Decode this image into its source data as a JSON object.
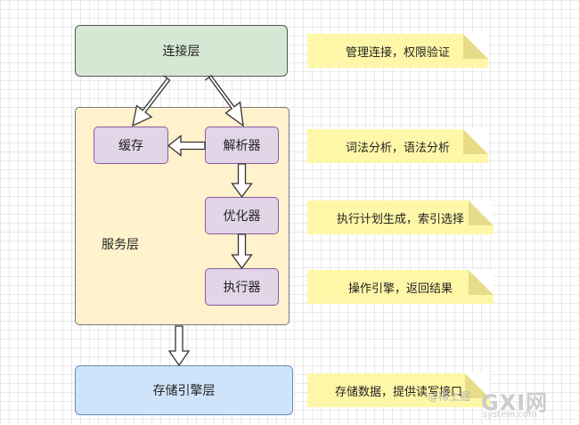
{
  "layers": {
    "connection": "连接层",
    "service": "服务层",
    "storage": "存储引擎层"
  },
  "components": {
    "cache": "缓存",
    "parser": "解析器",
    "optimizer": "优化器",
    "executor": "执行器"
  },
  "notes": [
    "管理连接，权限验证",
    "词法分析，语法分析",
    "执行计划生成，索引选择",
    "操作引擎，返回结果",
    "存储数据，提供读写接口"
  ],
  "watermark": "@稀土掘",
  "logo": {
    "main": "GXI网",
    "sub": "system.com"
  },
  "colors": {
    "connection": "#d5e8d4",
    "service": "#fff2cc",
    "component": "#e1d5e7",
    "storage": "#cfe3fa",
    "note": "#fff7a8"
  }
}
